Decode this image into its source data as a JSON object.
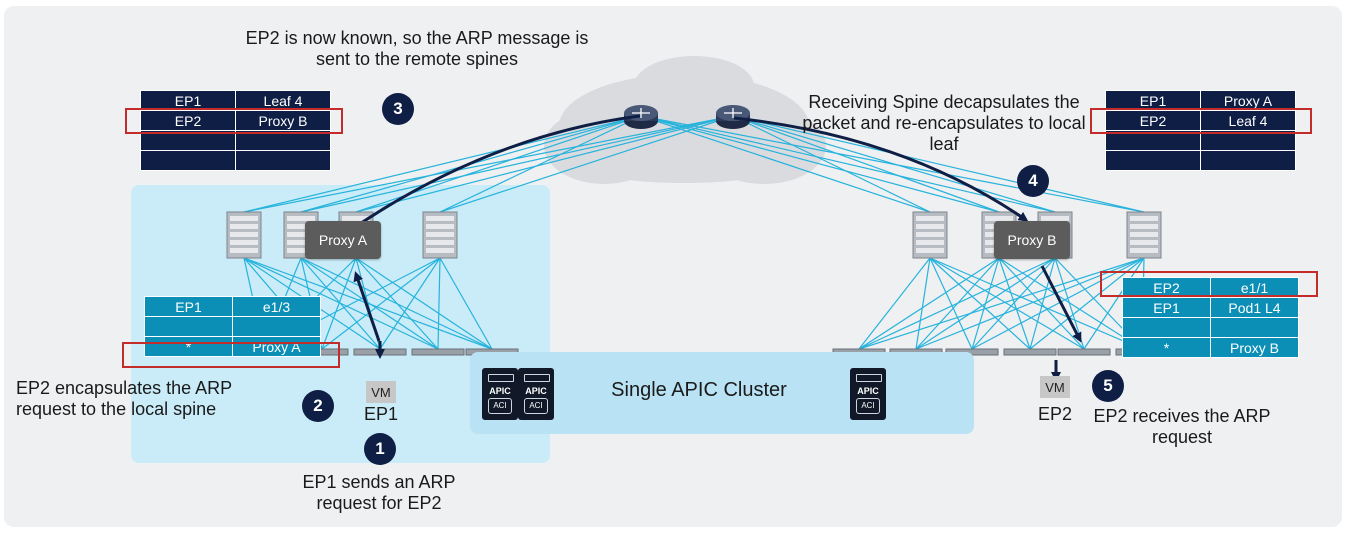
{
  "callouts": {
    "step3_text": "EP2 is now known, so the ARP message is sent to the remote spines",
    "step4_text": "Receiving Spine decapsulates the packet and re-encapsulates to local leaf",
    "step2_text": "EP2 encapsulates the ARP request to the local spine",
    "step1_text": "EP1 sends an ARP request for EP2",
    "step5_text": "EP2 receives the ARP request"
  },
  "badges": {
    "one": "1",
    "two": "2",
    "three": "3",
    "four": "4",
    "five": "5"
  },
  "spine_table_left": [
    [
      "EP1",
      "Leaf 4"
    ],
    [
      "EP2",
      "Proxy B"
    ],
    [
      "",
      ""
    ],
    [
      "",
      ""
    ]
  ],
  "spine_table_right": [
    [
      "EP1",
      "Proxy A"
    ],
    [
      "EP2",
      "Leaf 4"
    ],
    [
      "",
      ""
    ],
    [
      "",
      ""
    ]
  ],
  "leaf_table_left": [
    [
      "EP1",
      "e1/3"
    ],
    [
      "",
      ""
    ],
    [
      "*",
      "Proxy A"
    ]
  ],
  "leaf_table_right": [
    [
      "EP2",
      "e1/1"
    ],
    [
      "EP1",
      "Pod1 L4"
    ],
    [
      "",
      ""
    ],
    [
      "*",
      "Proxy B"
    ]
  ],
  "proxies": {
    "a": "Proxy A",
    "b": "Proxy B"
  },
  "endpoints": {
    "vm_label": "VM",
    "ep1": "EP1",
    "ep2": "EP2"
  },
  "apic": {
    "cluster_label": "Single APIC Cluster",
    "box_label": "APIC",
    "logo_text": "ACI"
  },
  "colors": {
    "navy": "#0f1e45",
    "teal": "#0b8fb6",
    "link": "#27b3dc",
    "highlight": "#c42b2b",
    "pod_bg": "#c9ecf8",
    "apic_bg": "#b9e3f4"
  }
}
